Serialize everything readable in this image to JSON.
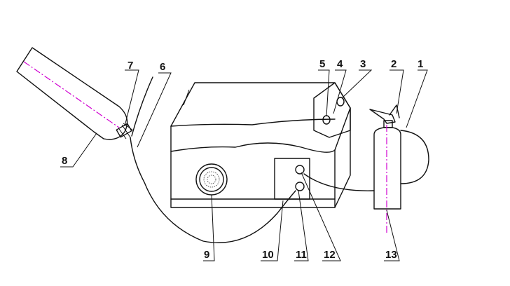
{
  "labels": {
    "l1": "1",
    "l2": "2",
    "l3": "3",
    "l4": "4",
    "l5": "5",
    "l6": "6",
    "l7": "7",
    "l8": "8",
    "l9": "9",
    "l10": "10",
    "l11": "11",
    "l12": "12",
    "l13": "13"
  }
}
